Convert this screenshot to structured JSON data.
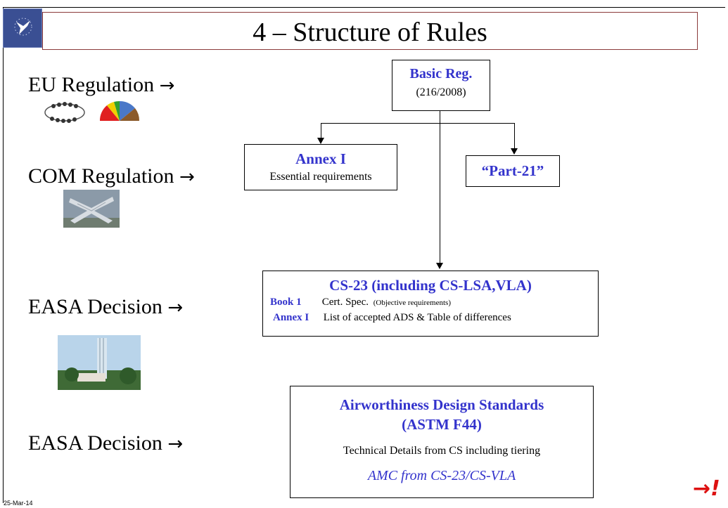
{
  "slide": {
    "title": "4 – Structure of Rules",
    "date": "25-Mar-14",
    "next_icon": "→!"
  },
  "left_labels": [
    {
      "text": "EU Regulation",
      "arrow": "→"
    },
    {
      "text": "COM Regulation",
      "arrow": "→"
    },
    {
      "text": "EASA Decision",
      "arrow": "→"
    },
    {
      "text": "EASA Decision",
      "arrow": "→"
    }
  ],
  "boxes": {
    "basic_reg": {
      "title": "Basic Reg.",
      "subtitle": "(216/2008)"
    },
    "annex1": {
      "title": "Annex I",
      "subtitle": "Essential requirements"
    },
    "part21": {
      "title": "“Part-21”"
    },
    "cs23": {
      "title": "CS-23 (including CS-LSA,VLA)",
      "rows": [
        {
          "label": "Book 1",
          "text": "Cert. Spec.",
          "note": "(Objective requirements)"
        },
        {
          "label": "Annex I",
          "text": "List of accepted ADS & Table of differences",
          "note": ""
        }
      ]
    },
    "ads": {
      "title_line1": "Airworthiness Design Standards",
      "title_line2": "(ASTM F44)",
      "line3": "Technical Details from CS including tiering",
      "line4": "AMC from CS-23/CS-VLA"
    }
  },
  "colors": {
    "accent_blue": "#3333cc",
    "title_border": "#8b3a3a",
    "next_red": "#dd1111",
    "logo_bg": "#3a4f93"
  },
  "icons": [
    "eu-flag-logo-icon",
    "parliament-seating-icon",
    "parliament-pie-icon",
    "commission-building-photo",
    "easa-tower-photo"
  ]
}
